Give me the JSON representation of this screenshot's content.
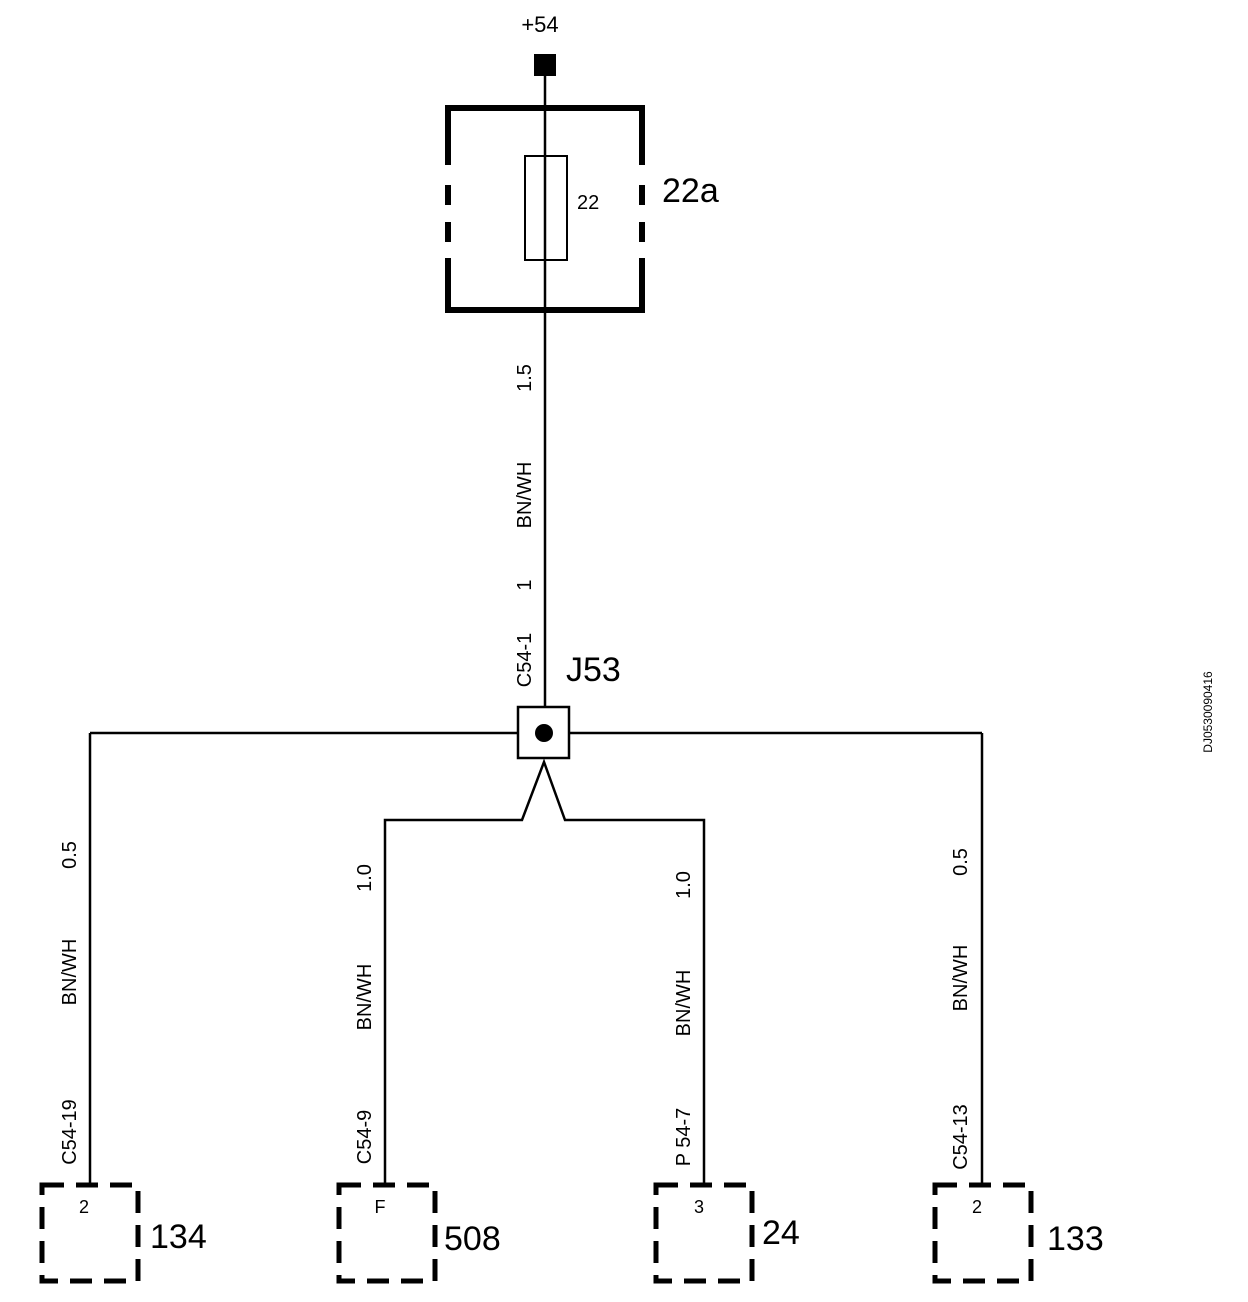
{
  "supply": {
    "label": "+54"
  },
  "fuse_box": {
    "label": "22a",
    "fuse_label": "22"
  },
  "trunk_wire": {
    "gauge": "1.5",
    "color": "BN/WH",
    "pin": "1"
  },
  "splice": {
    "label": "J53",
    "connector": "C54-1"
  },
  "branches": [
    {
      "gauge": "0.5",
      "color": "BN/WH",
      "connector": "C54-19",
      "pin": "2",
      "component": "134"
    },
    {
      "gauge": "1.0",
      "color": "BN/WH",
      "connector": "C54-9",
      "pin": "F",
      "component": "508"
    },
    {
      "gauge": "1.0",
      "color": "BN/WH",
      "connector": "P 54-7",
      "pin": "3",
      "component": "24"
    },
    {
      "gauge": "0.5",
      "color": "BN/WH",
      "connector": "C54-13",
      "pin": "2",
      "component": "133"
    }
  ],
  "drawing_ref": "DJ0530090416",
  "colors": {
    "ink": "#000000",
    "background": "#ffffff"
  }
}
